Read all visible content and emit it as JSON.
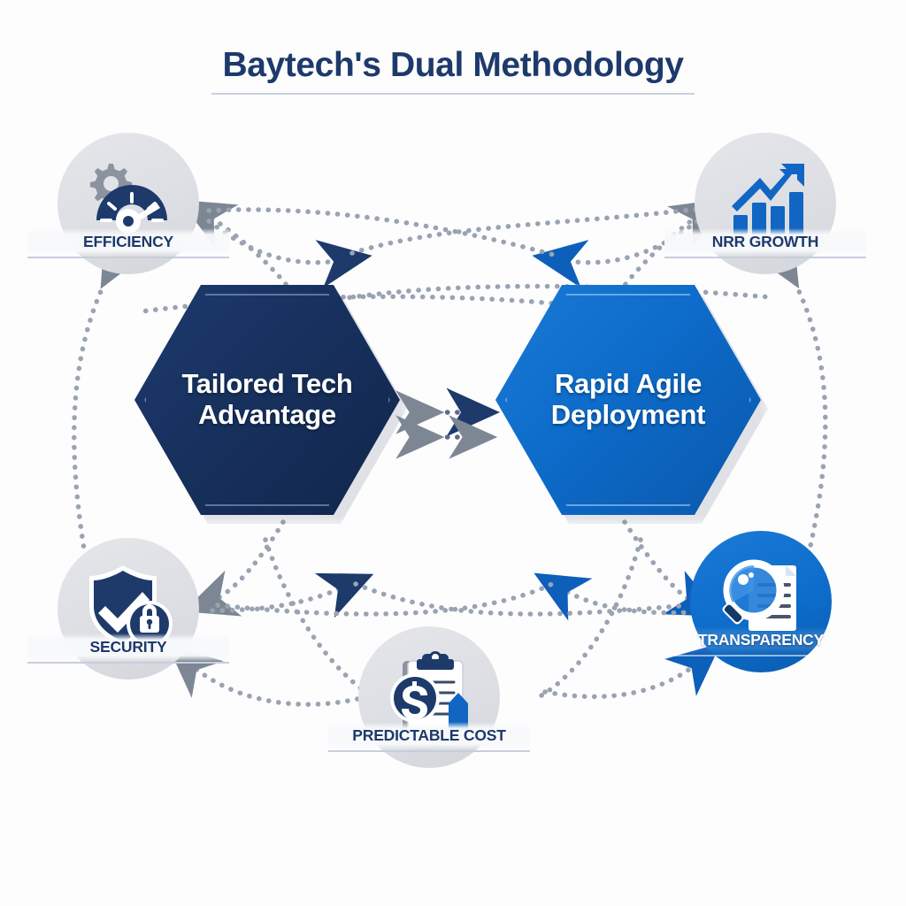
{
  "title": "Baytech's Dual Methodology",
  "colors": {
    "background": "#fdfdfe",
    "navy": "#17315e",
    "blue": "#0d6bc9",
    "title_navy": "#1d3a6b",
    "gray_circle": "#dcdee3",
    "connector_gray": "#8a93a3",
    "arrow_navy": "#1d3a6b",
    "arrow_blue": "#0d6bc9",
    "arrow_gray": "#7d8794"
  },
  "pillars": [
    {
      "id": "tailored-tech-advantage",
      "line1": "Tailored Tech",
      "line2": "Advantage",
      "color": "#17315e"
    },
    {
      "id": "rapid-agile-deployment",
      "line1": "Rapid Agile",
      "line2": "Deployment",
      "color": "#0d6bc9"
    }
  ],
  "nodes": [
    {
      "id": "efficiency",
      "label": "EFFICIENCY",
      "icon": "gauge-gear-icon",
      "circle": "gray"
    },
    {
      "id": "nrr-growth",
      "label": "NRR GROWTH",
      "icon": "growth-chart-arrow-icon",
      "circle": "gray"
    },
    {
      "id": "security",
      "label": "SECURITY",
      "icon": "shield-check-lock-icon",
      "circle": "gray"
    },
    {
      "id": "predictable-cost",
      "label": "PREDICTABLE COST",
      "icon": "clipboard-dollar-icon",
      "circle": "gray"
    },
    {
      "id": "transparency",
      "label": "TRANSPARENCY",
      "icon": "magnifier-document-icon",
      "circle": "blue"
    }
  ],
  "connectors": {
    "style": "dotted",
    "center_link": "bidirectional double arrow between the two hexagons",
    "description": "dotted curved arrows linking both hexagons to all five outcome nodes"
  }
}
